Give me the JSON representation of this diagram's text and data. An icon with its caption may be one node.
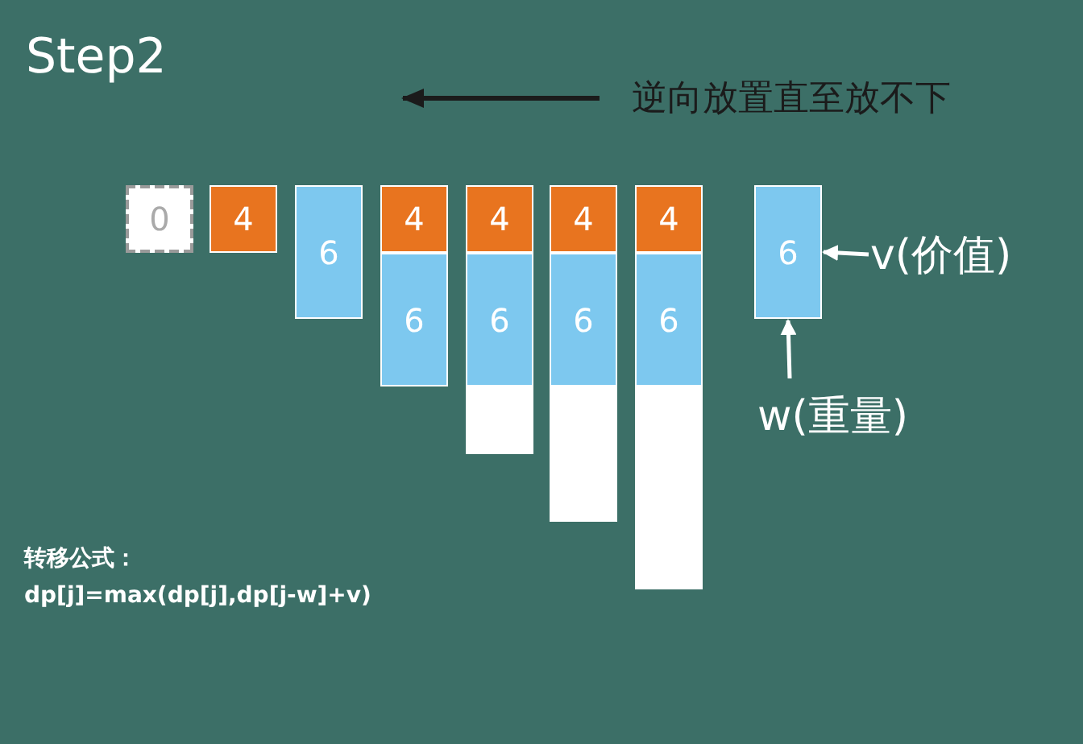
{
  "diagram": {
    "title": "Step2",
    "nodes": [
      {
        "text": [
          "0"
        ]
      },
      {
        "text": [
          "4"
        ]
      },
      {
        "text": [
          "6"
        ]
      },
      {
        "text": [
          "4"
        ]
      },
      {
        "text": [
          "6"
        ]
      },
      {
        "text": [
          "4"
        ]
      },
      {
        "text": [
          "6"
        ]
      },
      {
        "text": [],
        "shape": "box"
      },
      {
        "text": [
          "4"
        ]
      },
      {
        "text": [
          "6"
        ]
      },
      {
        "text": [],
        "shape": "box"
      },
      {
        "text": [
          "4"
        ]
      },
      {
        "text": [
          "6"
        ]
      },
      {
        "text": [],
        "shape": "box"
      },
      {
        "text": [
          "6"
        ]
      },
      {
        "text": [
          "v(价值)"
        ]
      },
      {
        "text": [
          "w(重量)"
        ]
      }
    ],
    "edges": [
      {
        "from": 15,
        "to": 14,
        "arrow": "to"
      },
      {
        "from": 16,
        "to": 14,
        "arrow": "to"
      }
    ],
    "labels": [
      "逆向放置直至放不下",
      "转移公式：",
      "dp[j]=max(dp[j],dp[j-w]+v)"
    ]
  }
}
